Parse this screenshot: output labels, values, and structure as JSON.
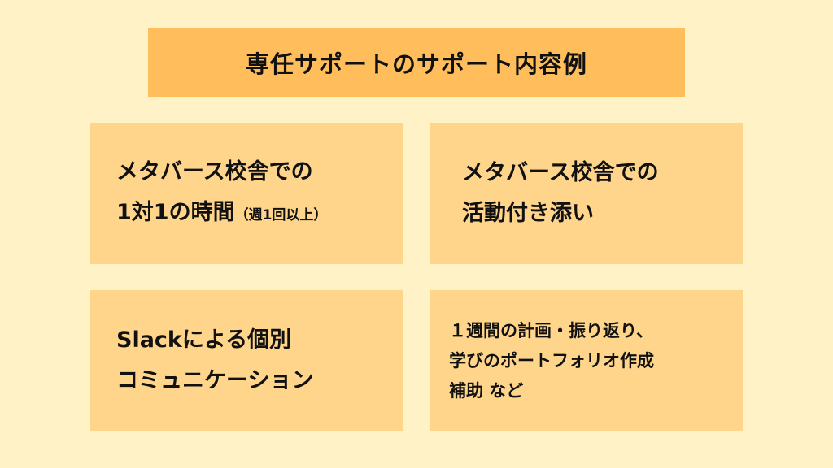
{
  "title": "専任サポートのサポート内容例",
  "cards": [
    {
      "lines": [
        "メタバース校舎での",
        "1対1の時間"
      ],
      "note": "（週1回以上）"
    },
    {
      "lines": [
        "メタバース校舎での",
        "活動付き添い"
      ]
    },
    {
      "lines": [
        "Slackによる個別",
        "コミュニケーション"
      ]
    },
    {
      "lines": [
        "１週間の計画・振り返り、",
        "学びのポートフォリオ作成",
        "補助 など"
      ]
    }
  ]
}
